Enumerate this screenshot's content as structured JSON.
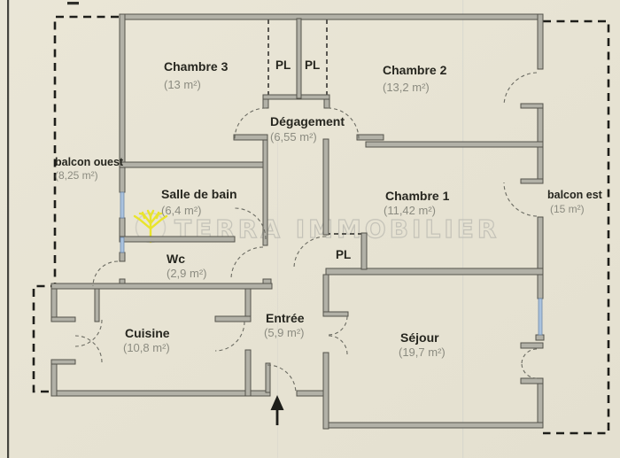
{
  "watermark": {
    "text": "TERRA IMMOBILIER"
  },
  "rooms": [
    {
      "id": "chambre3",
      "name": "Chambre 3",
      "area": "(13 m²)"
    },
    {
      "id": "chambre2",
      "name": "Chambre 2",
      "area": "(13,2 m²)"
    },
    {
      "id": "degagement",
      "name": "Dégagement",
      "area": "(6,55 m²)"
    },
    {
      "id": "salle_de_bain",
      "name": "Salle de bain",
      "area": "(6,4 m²)"
    },
    {
      "id": "chambre1",
      "name": "Chambre 1",
      "area": "(11,42 m²)"
    },
    {
      "id": "wc",
      "name": "Wc",
      "area": "(2,9 m²)"
    },
    {
      "id": "entree",
      "name": "Entrée",
      "area": "(5,9 m²)"
    },
    {
      "id": "cuisine",
      "name": "Cuisine",
      "area": "(10,8 m²)"
    },
    {
      "id": "sejour",
      "name": "Séjour",
      "area": "(19,7 m²)"
    }
  ],
  "balconies": [
    {
      "id": "balcon_ouest",
      "name": "balcon ouest",
      "area": "(8,25 m²)"
    },
    {
      "id": "balcon_est",
      "name": "balcon est",
      "area": "(15 m²)"
    }
  ],
  "closets": {
    "pl_top_left": "PL",
    "pl_top_right": "PL",
    "pl_hall": "PL"
  },
  "colors": {
    "paper": "#e7e3d3",
    "wall": "#b2b1a7",
    "wallEdge": "#54534b",
    "window": "#a9c2de",
    "windowEdge": "#7089a8",
    "ink": "#1e1e1a",
    "name": "#26261f",
    "area": "#8b8b80",
    "wm": "#bcbbb2",
    "logo": "#e9e42c"
  }
}
